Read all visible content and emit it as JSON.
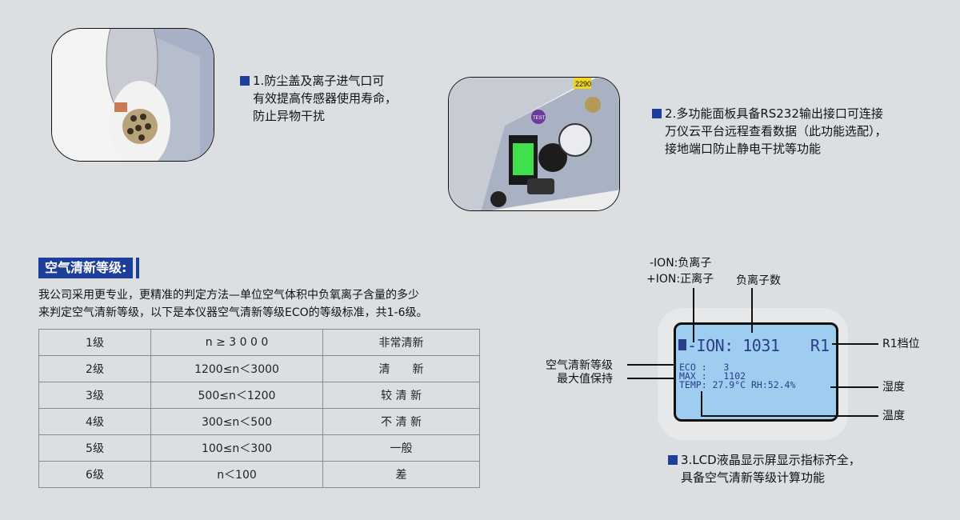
{
  "features": [
    {
      "number": "1.",
      "lines": [
        "防尘盖及离子进气口可",
        "有效提高传感器使用寿命，",
        "防止异物干扰"
      ]
    },
    {
      "number": "2.",
      "lines": [
        "多功能面板具备RS232输出接口可连接",
        "万仪云平台远程查看数据（此功能选配），",
        "接地端口防止静电干扰等功能"
      ]
    },
    {
      "number": "3.",
      "lines": [
        "LCD液晶显示屏显示指标齐全，",
        "具备空气清新等级计算功能"
      ]
    }
  ],
  "photo2": {
    "label_tag": "2290",
    "button_label": "TEST"
  },
  "section": {
    "title": "空气清新等级:",
    "intro_lines": [
      "我公司采用更专业，更精准的判定方法—单位空气体积中负氧离子含量的多少",
      "来判定空气清新等级，以下是本仪器空气清新等级ECO的等级标准，共1-6级。"
    ]
  },
  "grade_table": {
    "rows": [
      {
        "level": "1级",
        "range": "n ≥ 3 0 0 0",
        "desc": "非常清新"
      },
      {
        "level": "2级",
        "range": "1200≤n＜3000",
        "desc": "清　　新"
      },
      {
        "level": "3级",
        "range": "500≤n＜1200",
        "desc": "较 清 新"
      },
      {
        "level": "4级",
        "range": "300≤n＜500",
        "desc": "不 清 新"
      },
      {
        "level": "5级",
        "range": "100≤n＜300",
        "desc": "一般"
      },
      {
        "level": "6级",
        "range": "n＜100",
        "desc": "差"
      }
    ]
  },
  "lcd": {
    "ion_line": "-ION: 1031",
    "range": "R1",
    "eco_line": "ECO :   3",
    "max_line": "MAX :   1102",
    "temp_line": "TEMP: 27.9°C RH:52.4%",
    "colors": {
      "screen": "#9fcdf0",
      "text": "#2a3e8c"
    }
  },
  "annotations": {
    "ion_neg": "-ION:负离子",
    "ion_pos": "+ION:正离子",
    "ion_count": "负离子数",
    "range": "R1档位",
    "eco": "空气清新等级",
    "max": "最大值保持",
    "humidity": "湿度",
    "temperature": "温度"
  },
  "colors": {
    "accent": "#1e3e9c",
    "background": "#dcdfe2"
  }
}
